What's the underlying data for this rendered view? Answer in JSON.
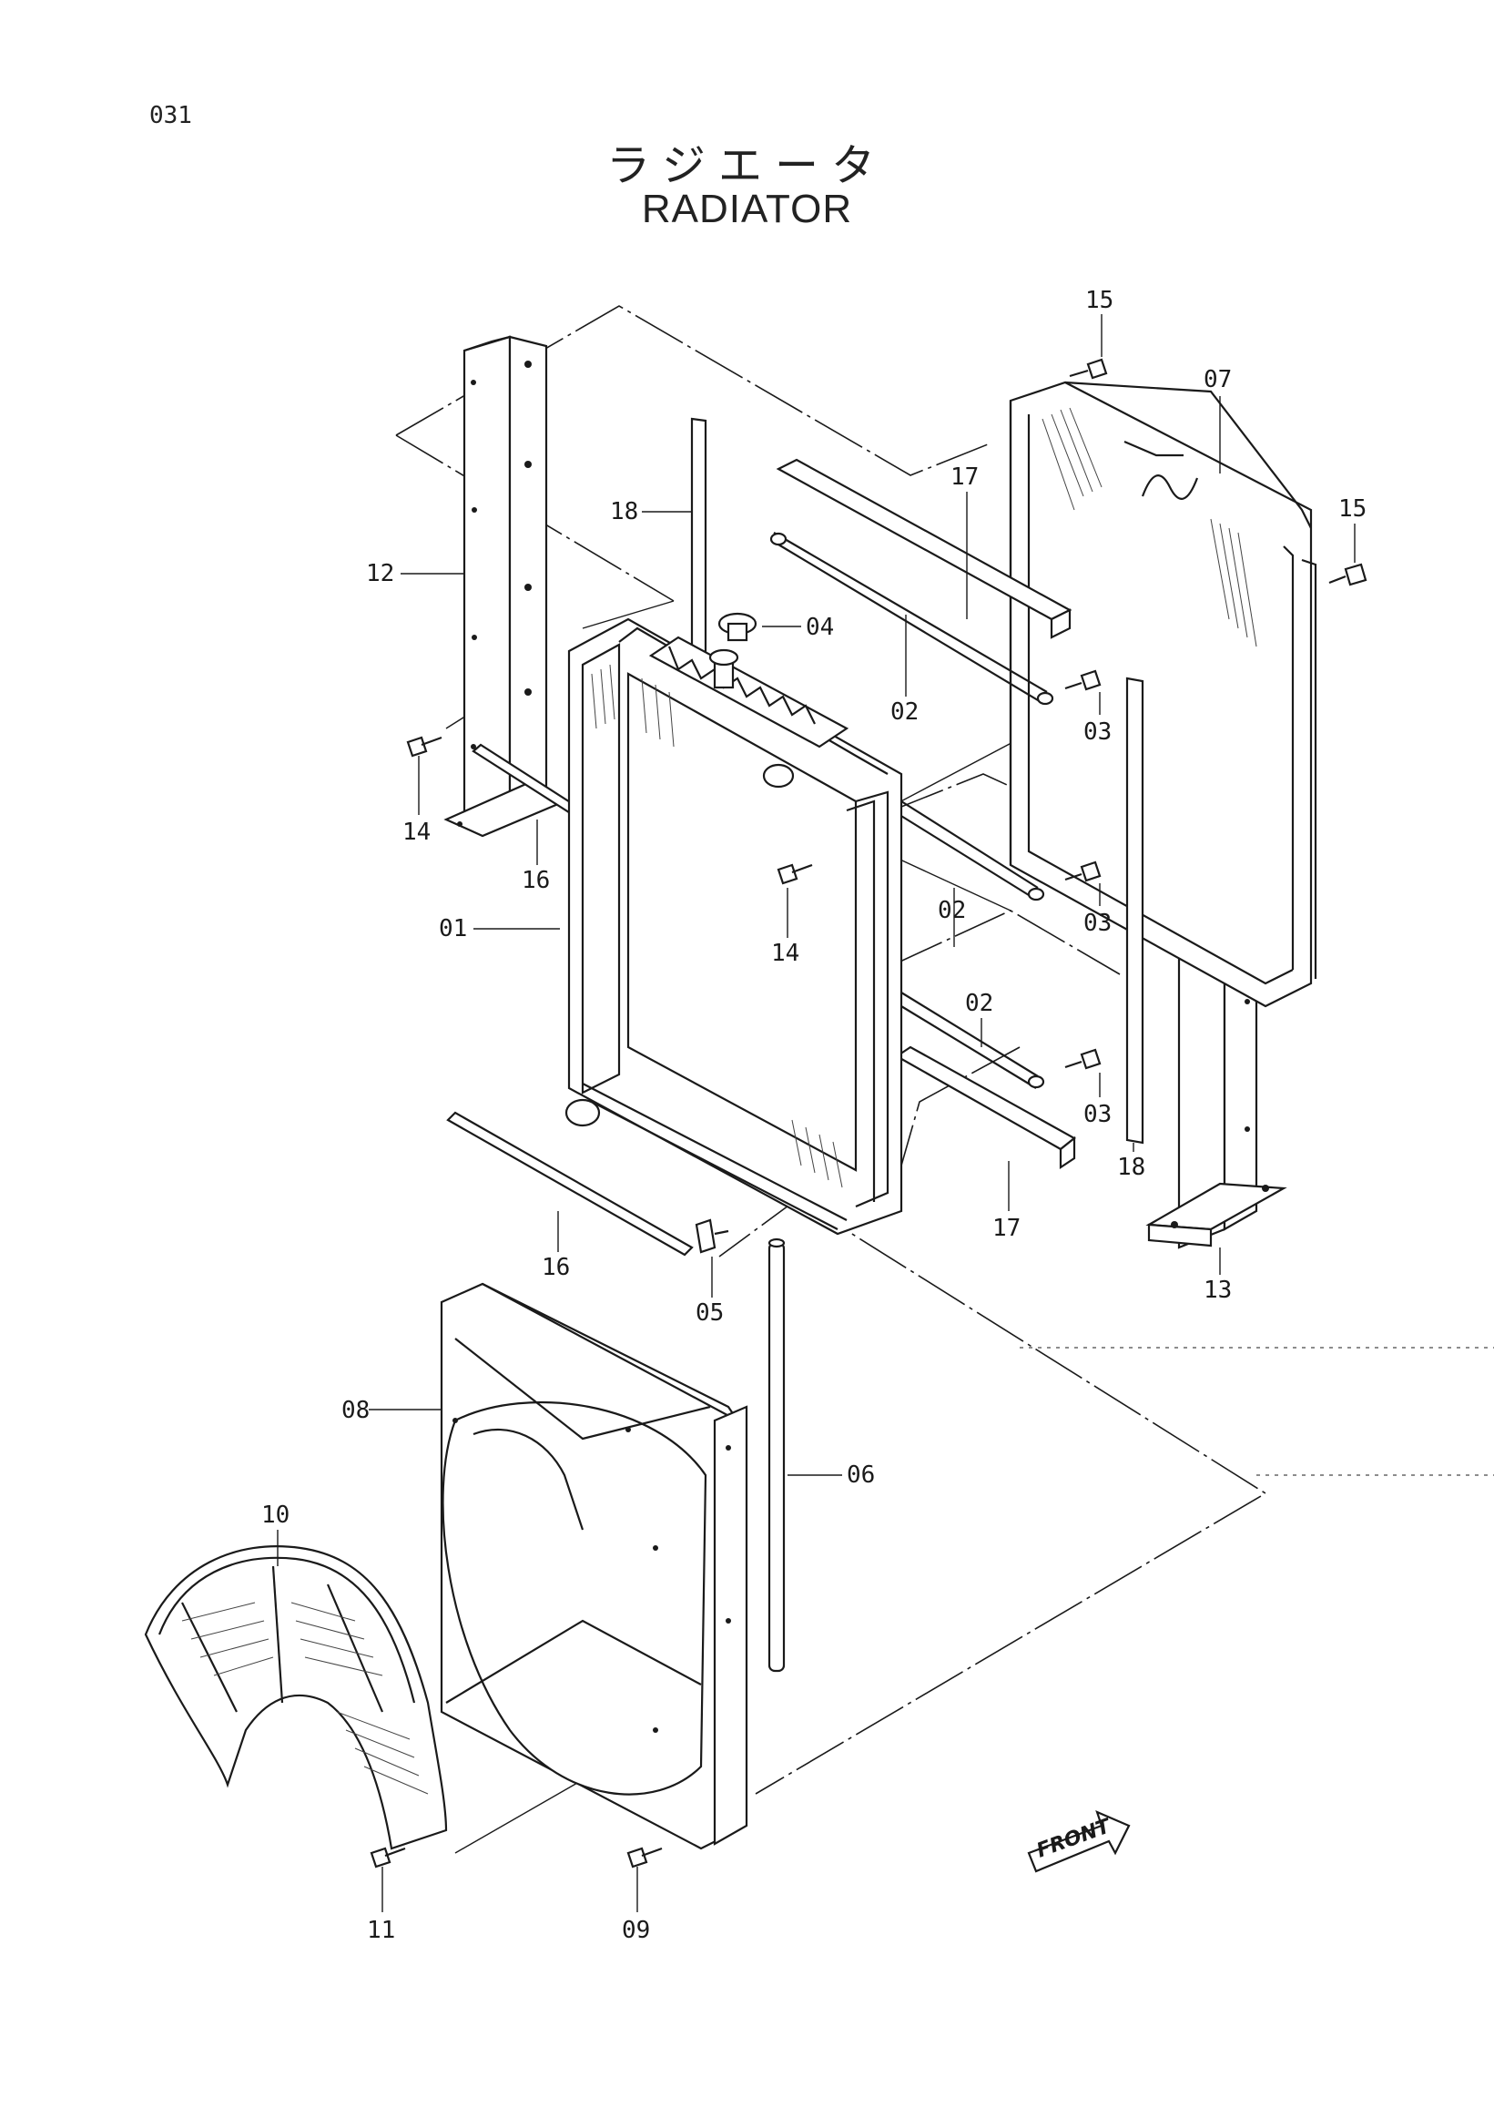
{
  "header": {
    "page_number": "031",
    "title_jp": "ラジエータ",
    "title_en": "RADIATOR"
  },
  "front_arrow": "FRONT",
  "callouts": [
    "01",
    "02",
    "02",
    "02",
    "03",
    "03",
    "03",
    "04",
    "05",
    "06",
    "07",
    "08",
    "09",
    "10",
    "11",
    "12",
    "13",
    "14",
    "14",
    "15",
    "15",
    "16",
    "16",
    "17",
    "17",
    "18",
    "18"
  ]
}
